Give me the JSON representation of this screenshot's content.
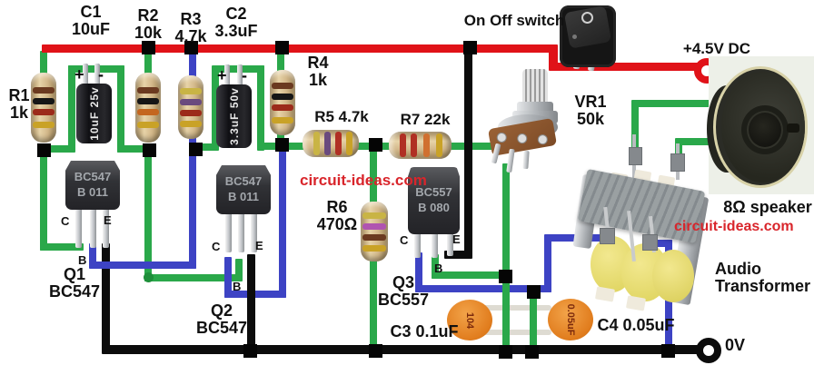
{
  "watermark": "circuit-ideas.com",
  "power": {
    "supply_label": "+4.5V DC",
    "ground_label": "0V",
    "switch_label": "On Off switch"
  },
  "pin_labels": {
    "c": "C",
    "b": "B",
    "e": "E"
  },
  "parts": {
    "r1": {
      "name": "R1",
      "value": "1k"
    },
    "r2": {
      "name": "R2",
      "value": "10k"
    },
    "r3": {
      "name": "R3",
      "value": "4.7k"
    },
    "r4": {
      "name": "R4",
      "value": "1k"
    },
    "r5": {
      "label": "R5 4.7k"
    },
    "r6": {
      "name": "R6",
      "value": "470Ω"
    },
    "r7": {
      "label": "R7 22k"
    },
    "c1": {
      "name": "C1",
      "value": "10uF",
      "print": "10uF 25v",
      "plus": "+",
      "minus": "-"
    },
    "c2": {
      "name": "C2",
      "value": "3.3uF",
      "print": "3.3uF 50v",
      "plus": "+",
      "minus": "-"
    },
    "c3": {
      "label": "C3 0.1uF",
      "print": "104"
    },
    "c4": {
      "label": "C4 0.05uF",
      "print": "0.05uF"
    },
    "vr1": {
      "name": "VR1",
      "value": "50k"
    },
    "q1": {
      "name": "Q1",
      "part": "BC547",
      "print1": "BC547",
      "print2": "B 011"
    },
    "q2": {
      "name": "Q2",
      "part": "BC547",
      "print1": "BC547",
      "print2": "B 011"
    },
    "q3": {
      "name": "Q3",
      "part": "BC557",
      "print1": "BC557",
      "print2": "B 080"
    },
    "speaker": {
      "label": "8Ω speaker"
    },
    "transformer": {
      "line1": "Audio",
      "line2": "Transformer"
    }
  },
  "colors": {
    "wire_red": "#e01218",
    "wire_green": "#2aa84a",
    "wire_blue": "#3d43c4",
    "wire_black": "#0c0c0c",
    "watermark_red": "#d9252b"
  }
}
